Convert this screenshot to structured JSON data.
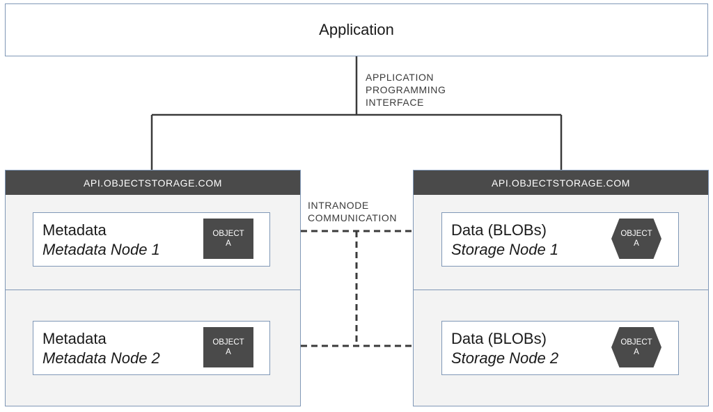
{
  "application": {
    "label": "Application"
  },
  "api_label": "APPLICATION\nPROGRAMMING\nINTERFACE",
  "intranode_label": "INTRANODE\nCOMMUNICATION",
  "metadata_column": {
    "header": "API.OBJECTSTORAGE.COM",
    "nodes": [
      {
        "title": "Metadata",
        "subtitle": "Metadata Node 1",
        "object_line1": "OBJECT",
        "object_line2": "A",
        "object_shape": "square"
      },
      {
        "title": "Metadata",
        "subtitle": "Metadata Node 2",
        "object_line1": "OBJECT",
        "object_line2": "A",
        "object_shape": "square"
      }
    ]
  },
  "storage_column": {
    "header": "API.OBJECTSTORAGE.COM",
    "nodes": [
      {
        "title": "Data (BLOBs)",
        "subtitle": "Storage Node 1",
        "object_line1": "OBJECT",
        "object_line2": "A",
        "object_shape": "hexagon"
      },
      {
        "title": "Data (BLOBs)",
        "subtitle": "Storage Node 2",
        "object_line1": "OBJECT",
        "object_line2": "A",
        "object_shape": "hexagon"
      }
    ]
  },
  "colors": {
    "box_border": "#7f97b6",
    "header_fill": "#4a4a4a",
    "column_fill": "#f3f3f3",
    "connector": "#3a3a3a"
  }
}
